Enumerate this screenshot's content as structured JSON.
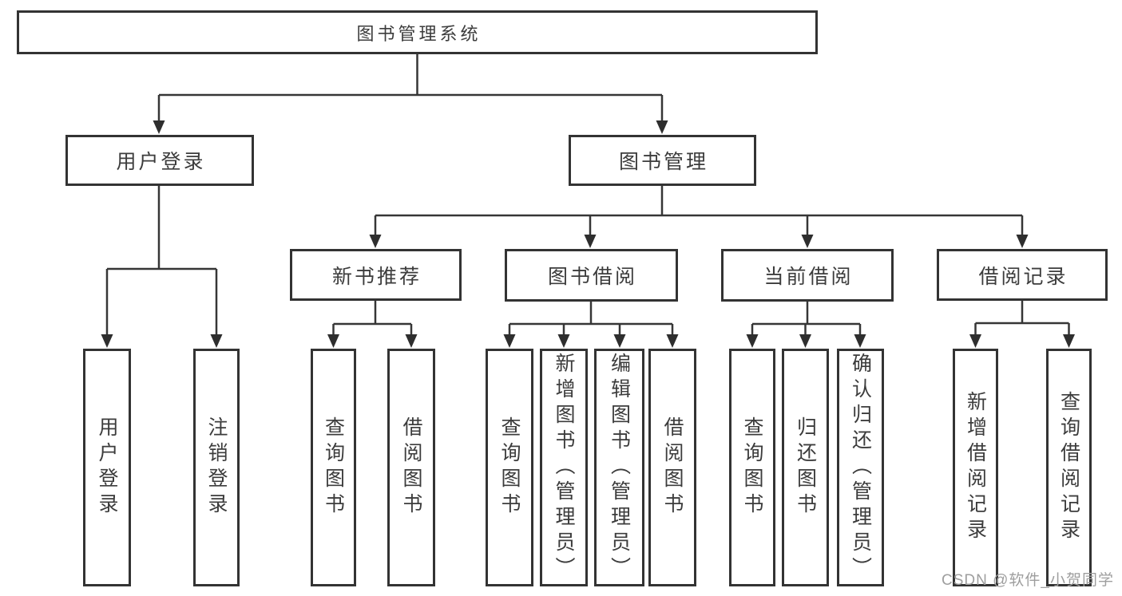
{
  "tree": {
    "root": {
      "label": "图书管理系统",
      "children": [
        {
          "label": "用户登录",
          "children": [
            {
              "label": "用户登录"
            },
            {
              "label": "注销登录"
            }
          ]
        },
        {
          "label": "图书管理",
          "children": [
            {
              "label": "新书推荐",
              "children": [
                {
                  "label": "查询图书"
                },
                {
                  "label": "借阅图书"
                }
              ]
            },
            {
              "label": "图书借阅",
              "children": [
                {
                  "label": "查询图书"
                },
                {
                  "label": "新增图书（管理员）"
                },
                {
                  "label": "编辑图书（管理员）"
                },
                {
                  "label": "借阅图书"
                }
              ]
            },
            {
              "label": "当前借阅",
              "children": [
                {
                  "label": "查询图书"
                },
                {
                  "label": "归还图书"
                },
                {
                  "label": "确认归还（管理员）"
                }
              ]
            },
            {
              "label": "借阅记录",
              "children": [
                {
                  "label": "新增借阅记录"
                },
                {
                  "label": "查询借阅记录"
                }
              ]
            }
          ]
        }
      ]
    }
  },
  "watermark": {
    "text": "CSDN @软件_小贺同学"
  },
  "colors": {
    "line": "#363636",
    "arrow": "#2e2e2e",
    "box_border": "#333333",
    "text": "#3c3c3c",
    "watermark": "#9e9e9e",
    "background": "#ffffff"
  }
}
